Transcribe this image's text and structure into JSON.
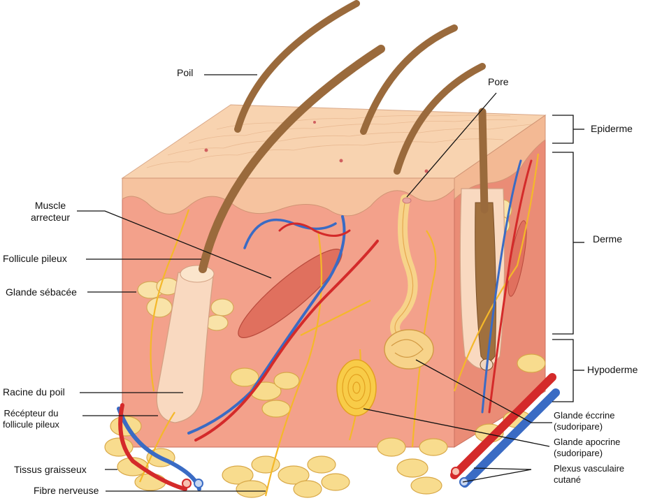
{
  "labels": {
    "poil": "Poil",
    "pore": "Pore",
    "muscle_arrecteur": "Muscle\narrecteur",
    "follicule_pileux": "Follicule pileux",
    "glande_sebacee": "Glande sébacée",
    "racine_du_poil": "Racine du poil",
    "recepteur_follicule": "Récépteur du\nfollicule pileux",
    "tissus_graisseux": "Tissus graisseux",
    "fibre_nerveuse": "Fibre nerveuse",
    "epiderme": "Epiderme",
    "derme": "Derme",
    "hypoderme": "Hypoderme",
    "glande_eccrine": "Glande éccrine\n(sudoripare)",
    "glande_apocrine": "Glande apocrine\n(sudoripare)",
    "plexus_vasculaire": "Plexus vasculaire\ncutané"
  },
  "colors": {
    "epidermis": "#f6c9a4",
    "dermis": "#f2a08a",
    "dermis_side": "#e98a74",
    "fat": "#f8dc8e",
    "artery": "#d42a2a",
    "vein": "#3a6bc4",
    "nerve": "#f4b82a",
    "hair": "#9a6a3c"
  }
}
